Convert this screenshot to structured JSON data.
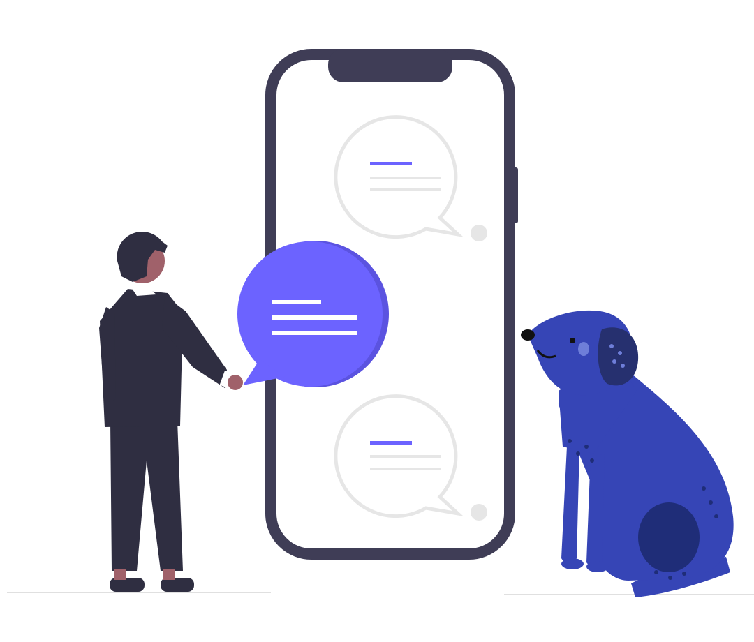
{
  "colors": {
    "background": "#ffffff",
    "phone_frame": "#3f3d56",
    "phone_screen": "#ffffff",
    "bubble_outline": "#e6e6e6",
    "bubble_accent": "#6c63ff",
    "bubble_lines": "#e6e6e6",
    "speech_bubble_fill": "#6c63ff",
    "speech_bubble_shadow": "#5b53e0",
    "speech_bubble_lines": "#ffffff",
    "suit": "#2f2e41",
    "skin": "#a0616a",
    "hair": "#2f2e41",
    "shirt": "#ffffff",
    "dog_body": "#3645b6",
    "dog_spots": "#1f2d78",
    "dog_ear": "#26306f",
    "dog_cheek": "#6e7ed9",
    "dog_nose": "#111111",
    "ground_line": "#e0e0e0"
  },
  "illustration": {
    "elements": [
      "person-figure",
      "phone-mockup",
      "speech-bubble",
      "chat-bubble-top",
      "chat-bubble-bottom",
      "dog-figure"
    ]
  }
}
